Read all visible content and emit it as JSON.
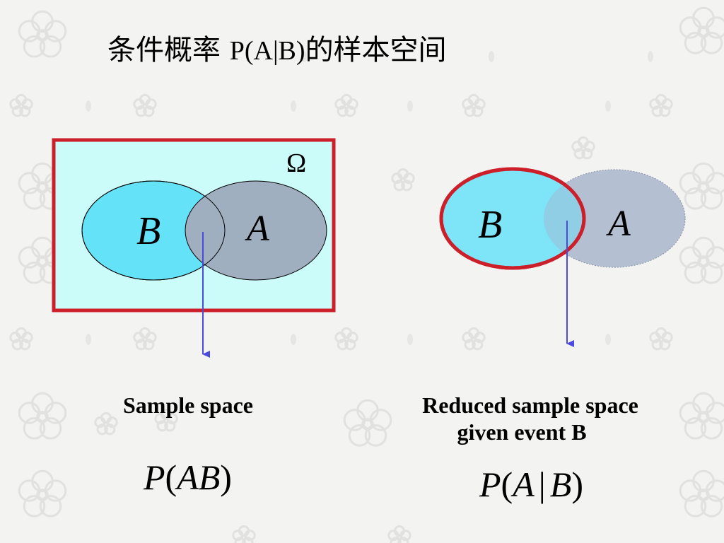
{
  "title": {
    "cjk_part1": "条件概率 ",
    "latin": "P(A|B)",
    "cjk_part2": "的样本空间"
  },
  "left_diagram": {
    "omega_label": "Ω",
    "set_b_label": "B",
    "set_a_label": "A",
    "frame_color": "#cc1f2a",
    "fill_color": "#ccfcfa",
    "b_color": "#64e2f8",
    "a_color": "#a0afc0"
  },
  "right_diagram": {
    "set_b_label": "B",
    "set_a_label": "A",
    "ring_color": "#cc1f2a"
  },
  "arrow_color": "#4a4ae0",
  "captions": {
    "left": "Sample space",
    "right_line1": "Reduced sample space",
    "right_line2": "given event B"
  },
  "formulas": {
    "left": {
      "p": "P",
      "open": "(",
      "sets": "AB",
      "close": ")"
    },
    "right": {
      "p": "P",
      "open": "(",
      "a": "A",
      "bar": "|",
      "b": "B",
      "close": ")"
    }
  }
}
